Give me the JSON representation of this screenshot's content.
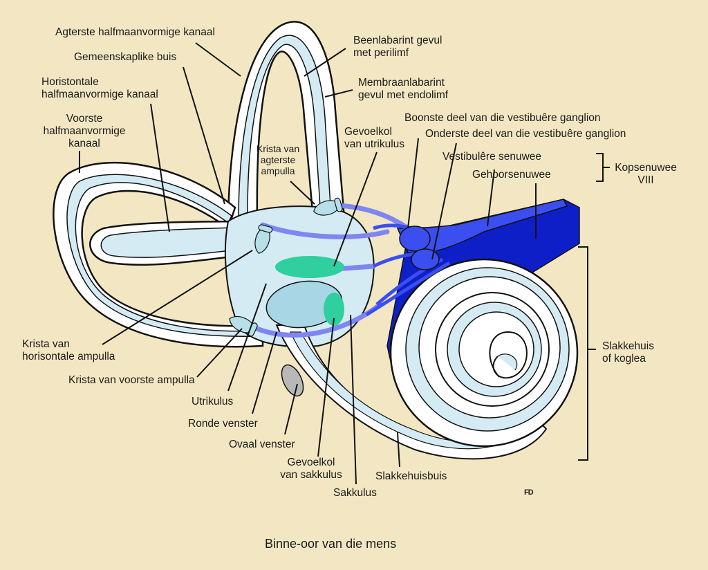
{
  "title": "Binne-oor van die mens",
  "signature": "FD",
  "colors": {
    "background": "#f2e7c2",
    "perilymph_bone": "#ffffff",
    "endolymph_membrane": "#d4ebf3",
    "nerve_light": "#3b4ff0",
    "nerve_dark": "#0f1fc8",
    "sensory_patch": "#2fcf9f",
    "nerve_branch": "#7f86f2",
    "oval_window": "#b8b8b8",
    "outline": "#111111"
  },
  "labels": {
    "agterste_kanaal": [
      "Agterste halfmaanvormige kanaal"
    ],
    "gemeenskaplike_buis": [
      "Gemeenskaplike buis"
    ],
    "horisontale_kanaal": [
      "Horistontale",
      "halfmaanvormige kanaal"
    ],
    "voorste_kanaal": [
      "Voorste",
      "halfmaanvormige",
      "kanaal"
    ],
    "beenlabarint": [
      "Beenlabarint gevul",
      "met  perilimf"
    ],
    "membraanlabarint": [
      "Membraanlabarint",
      "gevul met endolimf"
    ],
    "boonste_ganglion": [
      "Boonste deel van die vestibuêre ganglion"
    ],
    "onderste_ganglion": [
      "Onderste deel van die vestibuêre ganglion"
    ],
    "gevoelkol_utrikulus": [
      "Gevoelkol",
      "van utrikulus"
    ],
    "krista_agterste": [
      "Krista van",
      "agterste",
      "ampulla"
    ],
    "vestibulere_senuwee": [
      "Vestibulêre senuwee"
    ],
    "gehoorsenuwee": [
      "Gehoorsenuwee"
    ],
    "kopsenuwee": [
      "Kopsenuwee",
      "VIII"
    ],
    "slakkehuis": [
      "Slakkehuis",
      "of koglea"
    ],
    "krista_horisontale": [
      "Krista van",
      "horisontale ampulla"
    ],
    "krista_voorste": [
      "Krista van voorste ampulla"
    ],
    "utrikulus": [
      "Utrikulus"
    ],
    "ronde_venster": [
      "Ronde venster"
    ],
    "ovaal_venster": [
      "Ovaal venster"
    ],
    "gevoelkol_sakkulus": [
      "Gevoelkol",
      "van sakkulus"
    ],
    "sakkulus": [
      "Sakkulus"
    ],
    "slakkehuisbuis": [
      "Slakkehuisbuis"
    ]
  }
}
